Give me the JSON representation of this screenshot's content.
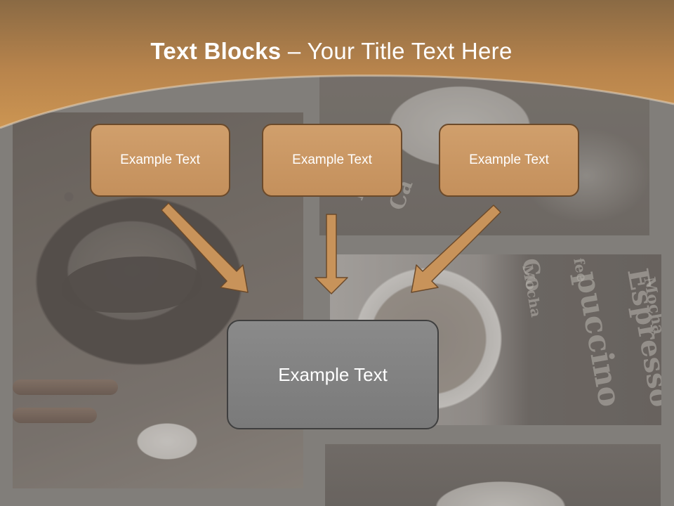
{
  "slide": {
    "title_bold": "Text Blocks",
    "title_separator": " – ",
    "title_rest": "Your Title Text Here",
    "top_boxes": [
      {
        "label": "Example Text"
      },
      {
        "label": "Example Text"
      },
      {
        "label": "Example Text"
      }
    ],
    "main_box": {
      "label": "Example Text"
    },
    "background_words": [
      "Espresso",
      "puccino",
      "Mocha",
      "fee",
      "Mocha",
      "Co",
      "Pl",
      "Ca"
    ]
  },
  "colors": {
    "header_top": "#8a6a44",
    "header_bottom": "#c8914f",
    "box_fill": "#c9965f",
    "box_border": "#6b4a2b",
    "arrow_fill": "#c8935a",
    "main_box_fill": "#838383"
  }
}
